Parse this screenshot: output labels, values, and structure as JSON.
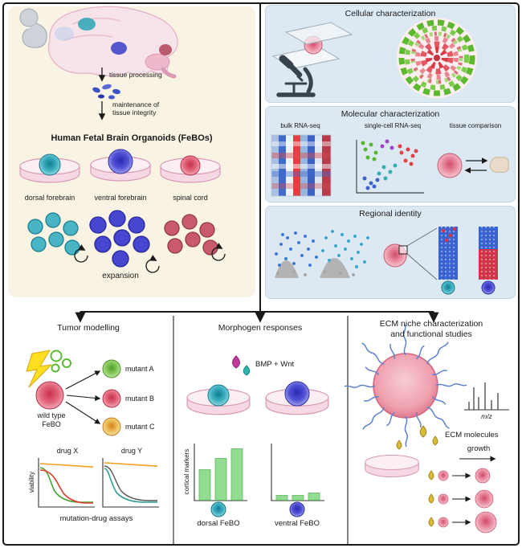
{
  "generation": {
    "tissue_processing_label": "tissue processing",
    "maintenance_line1": "maintenance of",
    "maintenance_line2": "tissue integrity",
    "title": "Human Fetal Brain Organoids (FeBOs)",
    "dish_labels": [
      "dorsal forebrain",
      "ventral forebrain",
      "spinal cord"
    ],
    "expansion_label": "expansion"
  },
  "cellular": {
    "title": "Cellular characterization"
  },
  "molecular": {
    "title": "Molecular characterization",
    "bulk_label": "bulk RNA-seq",
    "single_cell_label": "single-cell RNA-seq",
    "tissue_comparison_label": "tissue comparison"
  },
  "regional": {
    "title": "Regional identity"
  },
  "tumor": {
    "title": "Tumor modelling",
    "wild_type_line1": "wild type",
    "wild_type_line2": "FeBO",
    "mutants": [
      "mutant A",
      "mutant B",
      "mutant C"
    ],
    "drug_x_label": "drug X",
    "drug_y_label": "drug Y",
    "viability_label": "viability",
    "assays_label": "mutation-drug assays"
  },
  "morphogen": {
    "title": "Morphogen responses",
    "bmp_wnt_label": "BMP + Wnt",
    "cortical_markers_label": "cortical markers",
    "dorsal_label": "dorsal FeBO",
    "ventral_label": "ventral FeBO",
    "bars_dorsal": [
      38,
      52,
      64
    ],
    "bars_ventral": [
      6,
      6,
      9
    ]
  },
  "ecm": {
    "title_line1": "ECM niche characterization",
    "title_line2": "and functional studies",
    "mz_label": "m/z",
    "molecules_label": "ECM molecules",
    "growth_label": "growth"
  },
  "palette": {
    "dorsal_teal": "#3fb1c1",
    "ventral_blue": "#4343cc",
    "spinal_red": "#c94f66",
    "panel_beige": "#f8f3e2",
    "panel_blue": "#dde9f2",
    "marker_green": "#92dc92"
  }
}
